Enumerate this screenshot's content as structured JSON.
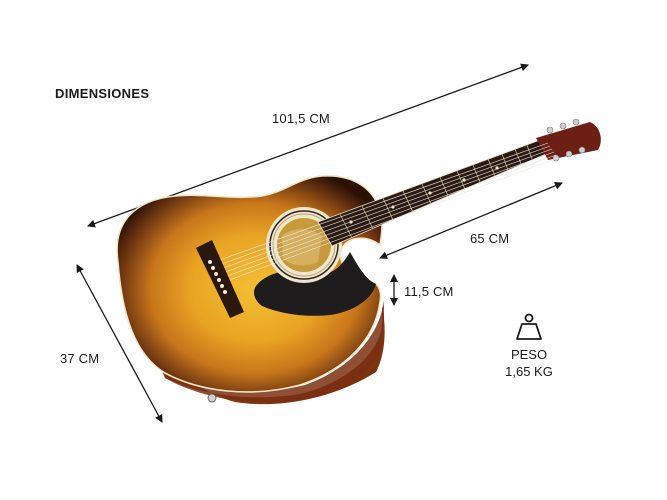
{
  "heading": "DIMENSIONES",
  "dimensions": {
    "total_length": "101,5 CM",
    "scale_length": "65 CM",
    "body_depth": "11,5 CM",
    "body_width": "37 CM"
  },
  "weight": {
    "icon": "weight-icon",
    "label": "PESO",
    "value": "1,65 KG"
  },
  "colors": {
    "sunburst_center": "#f2b628",
    "sunburst_mid": "#d9861a",
    "sunburst_edge": "#3a1a08",
    "binding": "#f1e6c8",
    "pickguard": "#1e1c1c",
    "fretboard": "#2b1a12",
    "side_wood": "#8a3a12"
  }
}
